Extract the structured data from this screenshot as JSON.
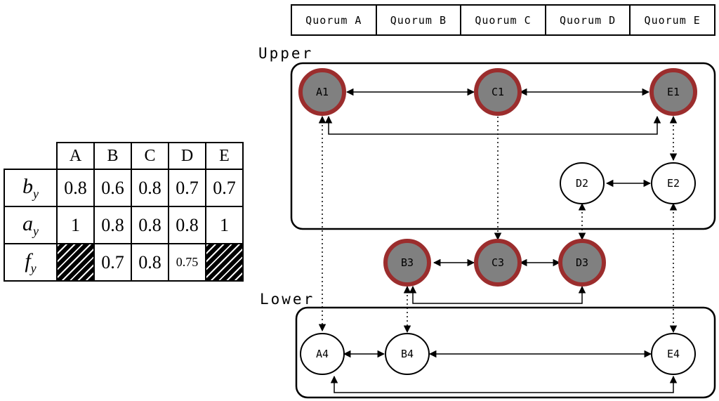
{
  "quorums": [
    "Quorum A",
    "Quorum B",
    "Quorum C",
    "Quorum D",
    "Quorum E"
  ],
  "regions": {
    "upper": "Upper",
    "lower": "Lower"
  },
  "table": {
    "columns": [
      "A",
      "B",
      "C",
      "D",
      "E"
    ],
    "rows": [
      {
        "symbol": "b",
        "sub": "y",
        "values": [
          "0.8",
          "0.6",
          "0.8",
          "0.7",
          "0.7"
        ]
      },
      {
        "symbol": "a",
        "sub": "y",
        "values": [
          "1",
          "0.8",
          "0.8",
          "0.8",
          "1"
        ]
      },
      {
        "symbol": "f",
        "sub": "y",
        "values": [
          "",
          "0.7",
          "0.8",
          "0.75",
          ""
        ]
      }
    ]
  },
  "nodes": {
    "A1": "A1",
    "C1": "C1",
    "E1": "E1",
    "D2": "D2",
    "E2": "E2",
    "B3": "B3",
    "C3": "C3",
    "D3": "D3",
    "A4": "A4",
    "B4": "B4",
    "E4": "E4"
  },
  "colors": {
    "selected_fill": "#808080",
    "selected_ring": "#9b2d2d",
    "stroke": "#000000"
  }
}
